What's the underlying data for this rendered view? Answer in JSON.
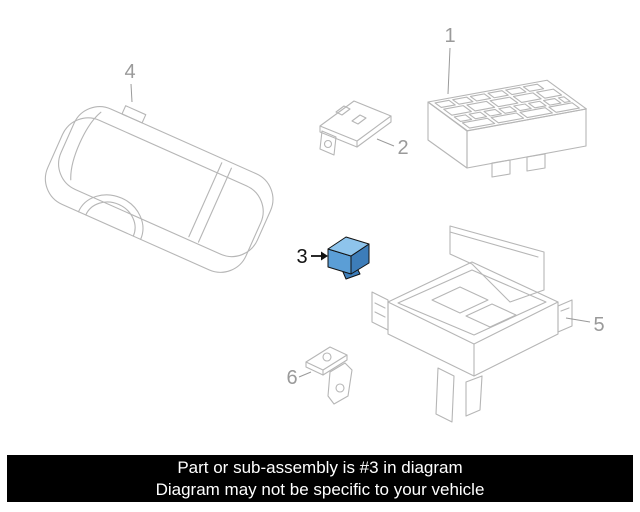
{
  "diagram": {
    "callouts": {
      "c1": "1",
      "c2": "2",
      "c3": "3",
      "c4": "4",
      "c5": "5",
      "c6": "6"
    },
    "highlighted_callout": "3"
  },
  "banner": {
    "line1": "Part or sub-assembly is #3 in diagram",
    "line2": "Diagram may not be specific to your vehicle"
  },
  "colors": {
    "bg": "#ffffff",
    "line": "#b6b6b6",
    "callout": "#9a9a9a",
    "ink": "#121212",
    "hl-top": "#8ec4ec",
    "hl-front": "#5b9ed6",
    "hl-side": "#3d7db9",
    "banner-bg": "#000000",
    "banner-text": "#ffffff"
  }
}
